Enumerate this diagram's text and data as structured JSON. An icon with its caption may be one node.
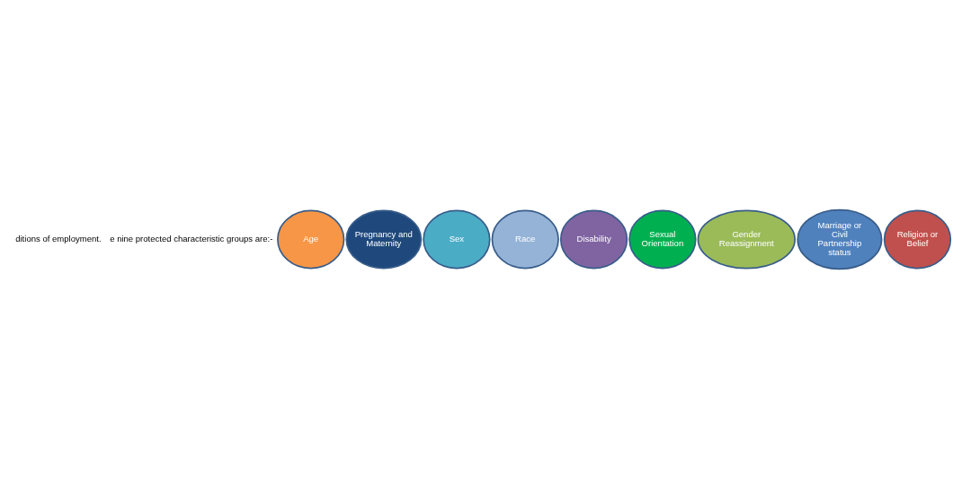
{
  "diagram": {
    "nodes": [
      {
        "text": [
          "Age"
        ]
      },
      {
        "text": [
          "Pregnancy and Maternity"
        ]
      },
      {
        "text": [
          "Sex"
        ]
      },
      {
        "text": [
          "Race"
        ]
      },
      {
        "text": [
          "Disability"
        ]
      },
      {
        "text": [
          "Sexual Orientation"
        ]
      },
      {
        "text": [
          "Gender Reassignment"
        ]
      },
      {
        "text": [
          "Marriage or Civil Partnership status"
        ]
      },
      {
        "text": [
          "Religion or Belief"
        ]
      }
    ],
    "edges": [],
    "labels": [
      "ditions of employment.",
      "e nine protected characteristic groups are:-"
    ]
  }
}
